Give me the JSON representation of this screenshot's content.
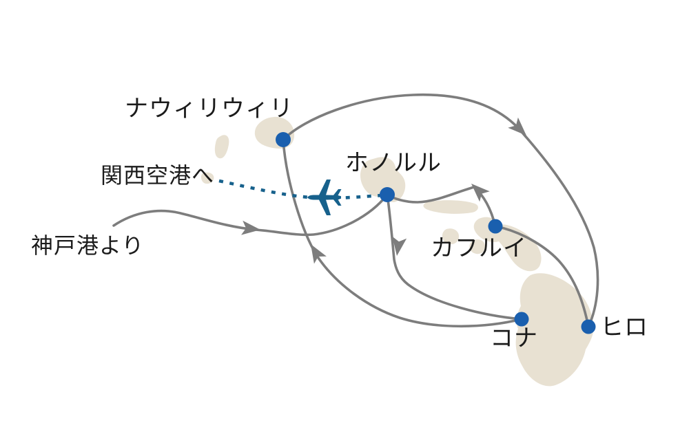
{
  "diagram": {
    "kind": "cruise-itinerary-map",
    "area": "Hawaiian Islands route map"
  },
  "labels": {
    "flight_note": "関西空港へ",
    "origin_note": "神戸港より"
  },
  "ports": [
    {
      "name": "ナウィリウィリ"
    },
    {
      "name": "ホノルル"
    },
    {
      "name": "カフルイ"
    },
    {
      "name": "コナ"
    },
    {
      "name": "ヒロ"
    }
  ],
  "routes": [
    {
      "from": "神戸港",
      "to": "ホノルル",
      "mode": "ship"
    },
    {
      "from": "ホノルル",
      "to": "コナ",
      "mode": "ship"
    },
    {
      "from": "コナ",
      "to": "ナウィリウィリ",
      "mode": "ship"
    },
    {
      "from": "ナウィリウィリ",
      "to": "ヒロ",
      "mode": "ship"
    },
    {
      "from": "ヒロ",
      "to": "カフルイ",
      "mode": "ship"
    },
    {
      "from": "カフルイ",
      "to": "ホノルル",
      "mode": "ship"
    },
    {
      "from": "ホノルル",
      "to": "関西空港",
      "mode": "air"
    }
  ],
  "colors": {
    "background": "#ffffff",
    "island": "#e8e1d2",
    "route": "#7d7d7d",
    "port_dot": "#1a5fae",
    "flight": "#17618c",
    "text": "#1b1b1b"
  }
}
